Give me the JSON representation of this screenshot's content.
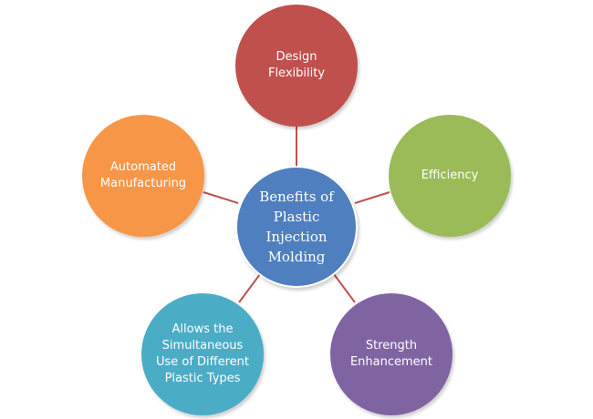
{
  "center": {
    "label": "Benefits of Plastic Injection Molding",
    "color": "#4f7fbe"
  },
  "nodes": [
    {
      "label": "Design Flexibility",
      "color": "#c0504d"
    },
    {
      "label": "Efficiency",
      "color": "#9bbb59"
    },
    {
      "label": "Strength Enhancement",
      "color": "#8064a2"
    },
    {
      "label": "Allows the Simultaneous Use of Different Plastic Types",
      "color": "#4bacc6"
    },
    {
      "label": "Automated Manufacturing",
      "color": "#f79646"
    }
  ],
  "connector_color": "#c0504d"
}
